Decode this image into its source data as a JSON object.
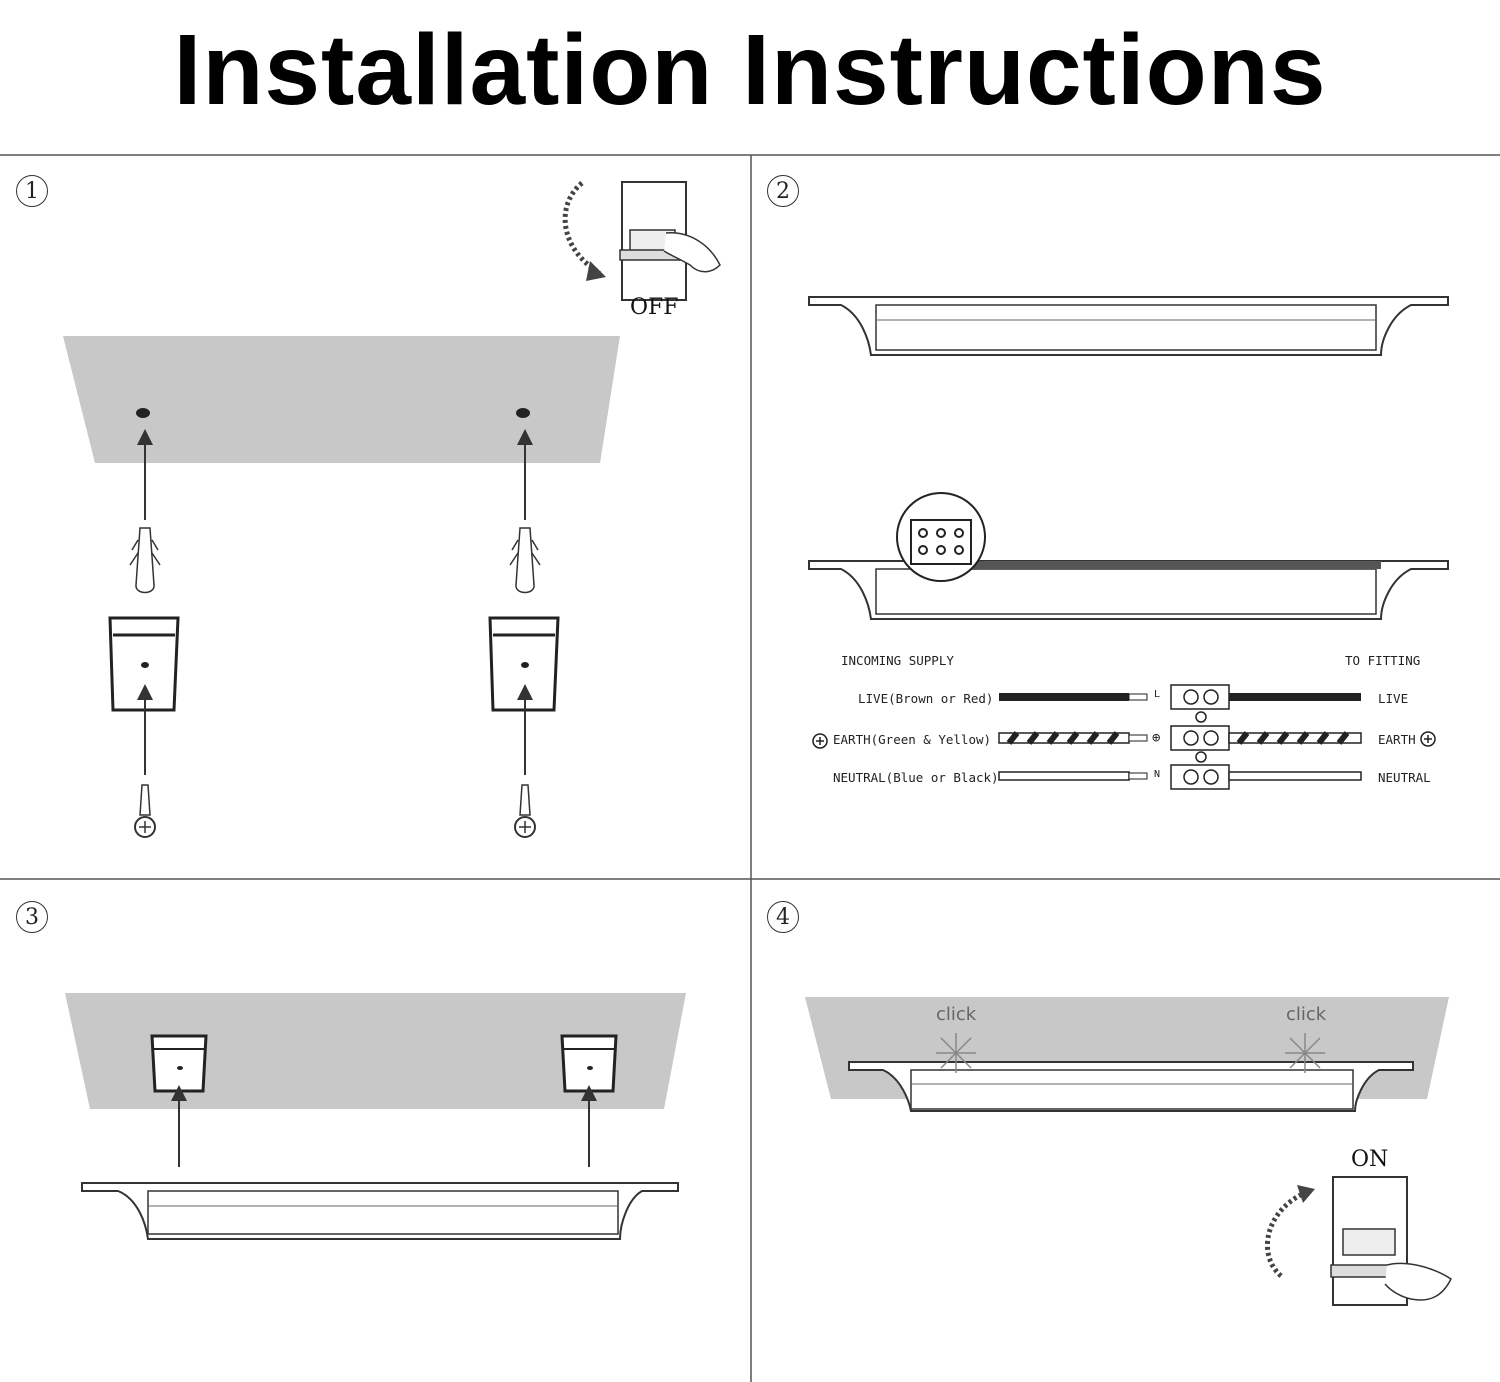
{
  "title": "Installation Instructions",
  "steps": [
    {
      "number": "1",
      "switch_label": "OFF"
    },
    {
      "number": "2"
    },
    {
      "number": "3"
    },
    {
      "number": "4",
      "switch_label": "ON",
      "click_labels": [
        "click",
        "click"
      ]
    }
  ],
  "wiring": {
    "incoming_header": "INCOMING SUPPLY",
    "fitting_header": "TO FITTING",
    "rows": [
      {
        "incoming": "LIVE(Brown or Red)",
        "terminal": "L",
        "fitting": "LIVE"
      },
      {
        "incoming": "EARTH(Green & Yellow)",
        "terminal": "⊕",
        "fitting": "EARTH"
      },
      {
        "incoming": "NEUTRAL(Blue or Black)",
        "terminal": "N",
        "fitting": "NEUTRAL"
      }
    ]
  },
  "colors": {
    "ceiling": "#c8c8c8",
    "line": "#222222",
    "background": "#ffffff"
  }
}
